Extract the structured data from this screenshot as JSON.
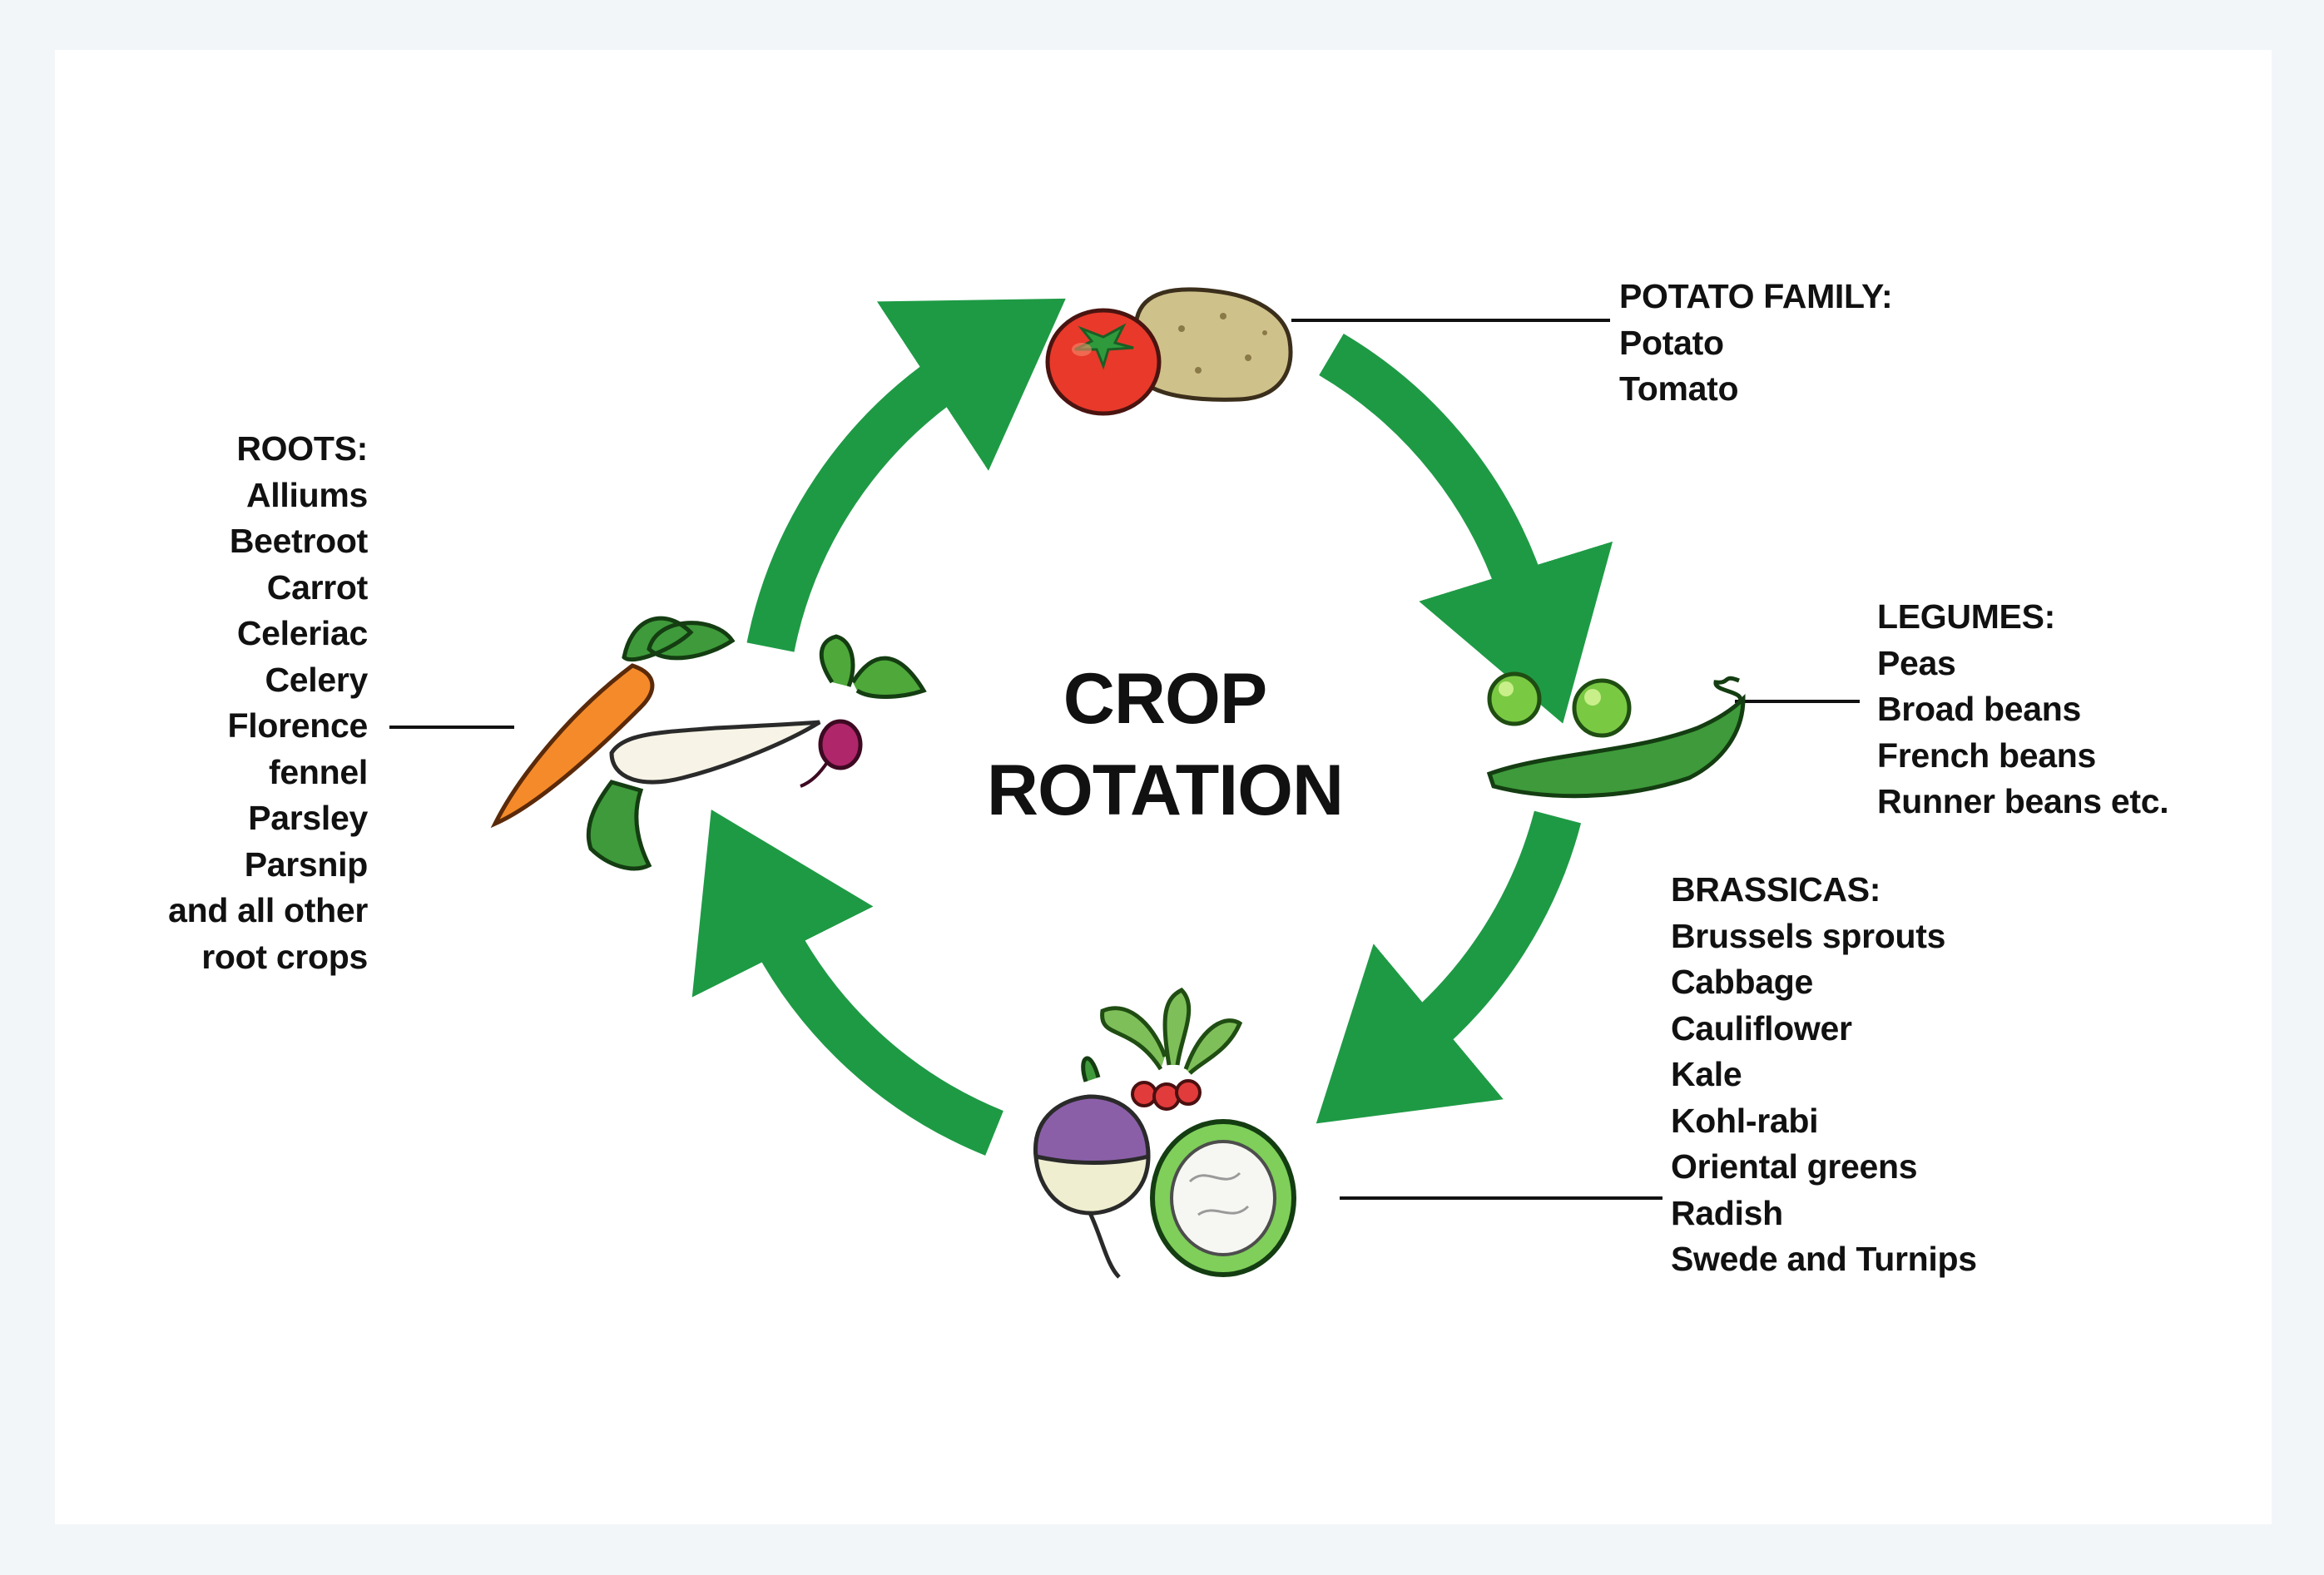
{
  "title": {
    "line1": "CROP",
    "line2": "ROTATION"
  },
  "groups": {
    "potato": {
      "heading": "POTATO FAMILY:",
      "items": [
        "Potato",
        "Tomato"
      ]
    },
    "legumes": {
      "heading": "LEGUMES:",
      "items": [
        "Peas",
        "Broad beans",
        "French beans",
        "Runner beans etc."
      ]
    },
    "brassicas": {
      "heading": "BRASSICAS:",
      "items": [
        "Brussels sprouts",
        "Cabbage",
        "Cauliflower",
        "Kale",
        "Kohl-rabi",
        "Oriental greens",
        "Radish",
        "Swede and Turnips"
      ]
    },
    "roots": {
      "heading": "ROOTS:",
      "items": [
        "Alliums",
        "Beetroot",
        "Carrot",
        "Celeriac",
        "Celery",
        "Florence",
        "fennel",
        "Parsley",
        "Parsnip",
        "and all other",
        "root crops"
      ]
    }
  },
  "icons": [
    "tomato-icon",
    "potato-icon",
    "peas-icon",
    "pea-pod-icon",
    "turnip-icon",
    "radish-icon",
    "cauliflower-icon",
    "carrot-icon",
    "parsnip-icon",
    "beetroot-icon",
    "cycle-arrow-icon"
  ],
  "colors": {
    "arrow": "#1e9a45",
    "text": "#111111",
    "background": "#f3f6f9",
    "card": "#ffffff"
  }
}
